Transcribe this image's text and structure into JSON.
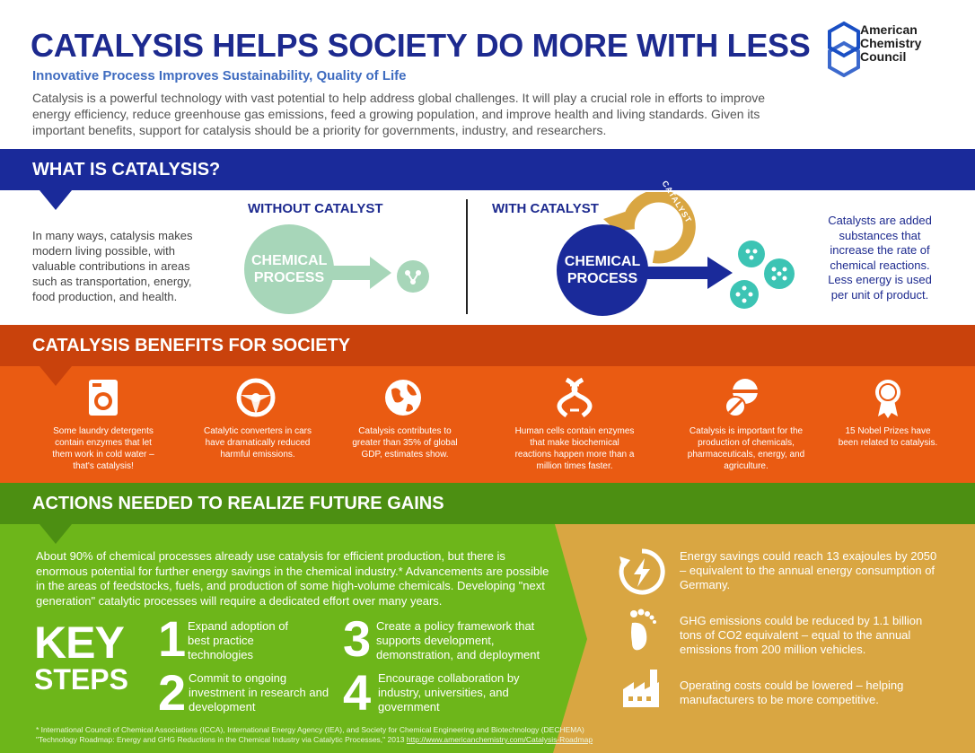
{
  "header": {
    "title": "CATALYSIS HELPS SOCIETY DO MORE WITH LESS",
    "subtitle": "Innovative Process Improves Sustainability, Quality of Life",
    "intro": "Catalysis is a powerful technology with vast potential to help address global challenges. It will play a crucial role in efforts to improve energy efficiency, reduce greenhouse gas emissions, feed a growing population, and improve health and living standards. Given its important benefits, support for catalysis should be a priority for governments, industry, and researchers.",
    "logo_lines": [
      "American",
      "Chemistry",
      "Council"
    ]
  },
  "what": {
    "heading": "WHAT IS CATALYSIS?",
    "left_text": "In many ways, catalysis makes modern living possible, with valuable contributions in areas such as transportation, energy, food production, and health.",
    "without_heading": "WITHOUT CATALYST",
    "with_heading": "WITH CATALYST",
    "process_label_without": "CHEMICAL PROCESS",
    "process_label_with": "CHEMICAL PROCESS",
    "catalyst_arc_label": "CATALYST",
    "right_text": "Catalysts are added substances that increase the rate of chemical reactions. Less energy is used per unit of product."
  },
  "benefits": {
    "heading": "CATALYSIS BENEFITS FOR SOCIETY",
    "items": [
      {
        "icon": "washing-machine-icon",
        "text": "Some laundry detergents contain enzymes that let them work in cold water – that's catalysis!"
      },
      {
        "icon": "steering-wheel-icon",
        "text": "Catalytic converters in cars have dramatically reduced harmful emissions."
      },
      {
        "icon": "globe-icon",
        "text": "Catalysis contributes to greater than 35% of global GDP, estimates show."
      },
      {
        "icon": "dna-icon",
        "text": "Human cells contain enzymes that make biochemical reactions happen more than a million times faster."
      },
      {
        "icon": "pills-icon",
        "text": "Catalysis is important for the production of chemicals, pharmaceuticals, energy, and agriculture."
      },
      {
        "icon": "award-ribbon-icon",
        "text": "15 Nobel Prizes have been related to catalysis."
      }
    ]
  },
  "actions": {
    "heading": "ACTIONS NEEDED TO REALIZE FUTURE GAINS",
    "text": "About 90% of chemical processes already use catalysis for efficient production, but there is enormous potential for further energy savings in the chemical industry.* Advancements are possible in the areas of feedstocks, fuels, and production of some high-volume chemicals. Developing \"next generation\" catalytic processes will require a dedicated effort over many years.",
    "key_label": "KEY",
    "steps_label": "STEPS",
    "steps": [
      {
        "num": "1",
        "text": "Expand adoption of best practice technologies"
      },
      {
        "num": "2",
        "text": "Commit to ongoing investment in research and development"
      },
      {
        "num": "3",
        "text": "Create a policy framework that supports development, demonstration, and deployment"
      },
      {
        "num": "4",
        "text": "Encourage collaboration by industry, universities, and government"
      }
    ],
    "gains": [
      {
        "icon": "energy-cycle-icon",
        "text": "Energy savings could reach 13 exajoules by 2050 – equivalent to the annual energy consumption of Germany."
      },
      {
        "icon": "footprint-icon",
        "text": "GHG emissions could be reduced by 1.1 billion tons of CO2 equivalent – equal to the annual emissions from 200 million vehicles."
      },
      {
        "icon": "factory-icon",
        "text": "Operating costs could be lowered – helping manufacturers to be more competitive."
      }
    ],
    "footnote_line1": "* International Council of Chemical Associations (ICCA), International Energy Agency (IEA), and Society for Chemical Engineering and Biotechnology (DECHEMA)",
    "footnote_line2": "\"Technology Roadmap: Energy and GHG Reductions in the Chemical Industry via Catalytic Processes,\" 2013 ",
    "footnote_link": "http://www.americanchemistry.com/Catalysis-Roadmap"
  },
  "colors": {
    "navy": "#1a2a9a",
    "orange_dark": "#c9420c",
    "orange": "#ea5b12",
    "green_dark": "#4c8f12",
    "green": "#6db61a",
    "gold": "#d9a642",
    "teal": "#3cc4b4",
    "mint": "#a7d6b9"
  }
}
